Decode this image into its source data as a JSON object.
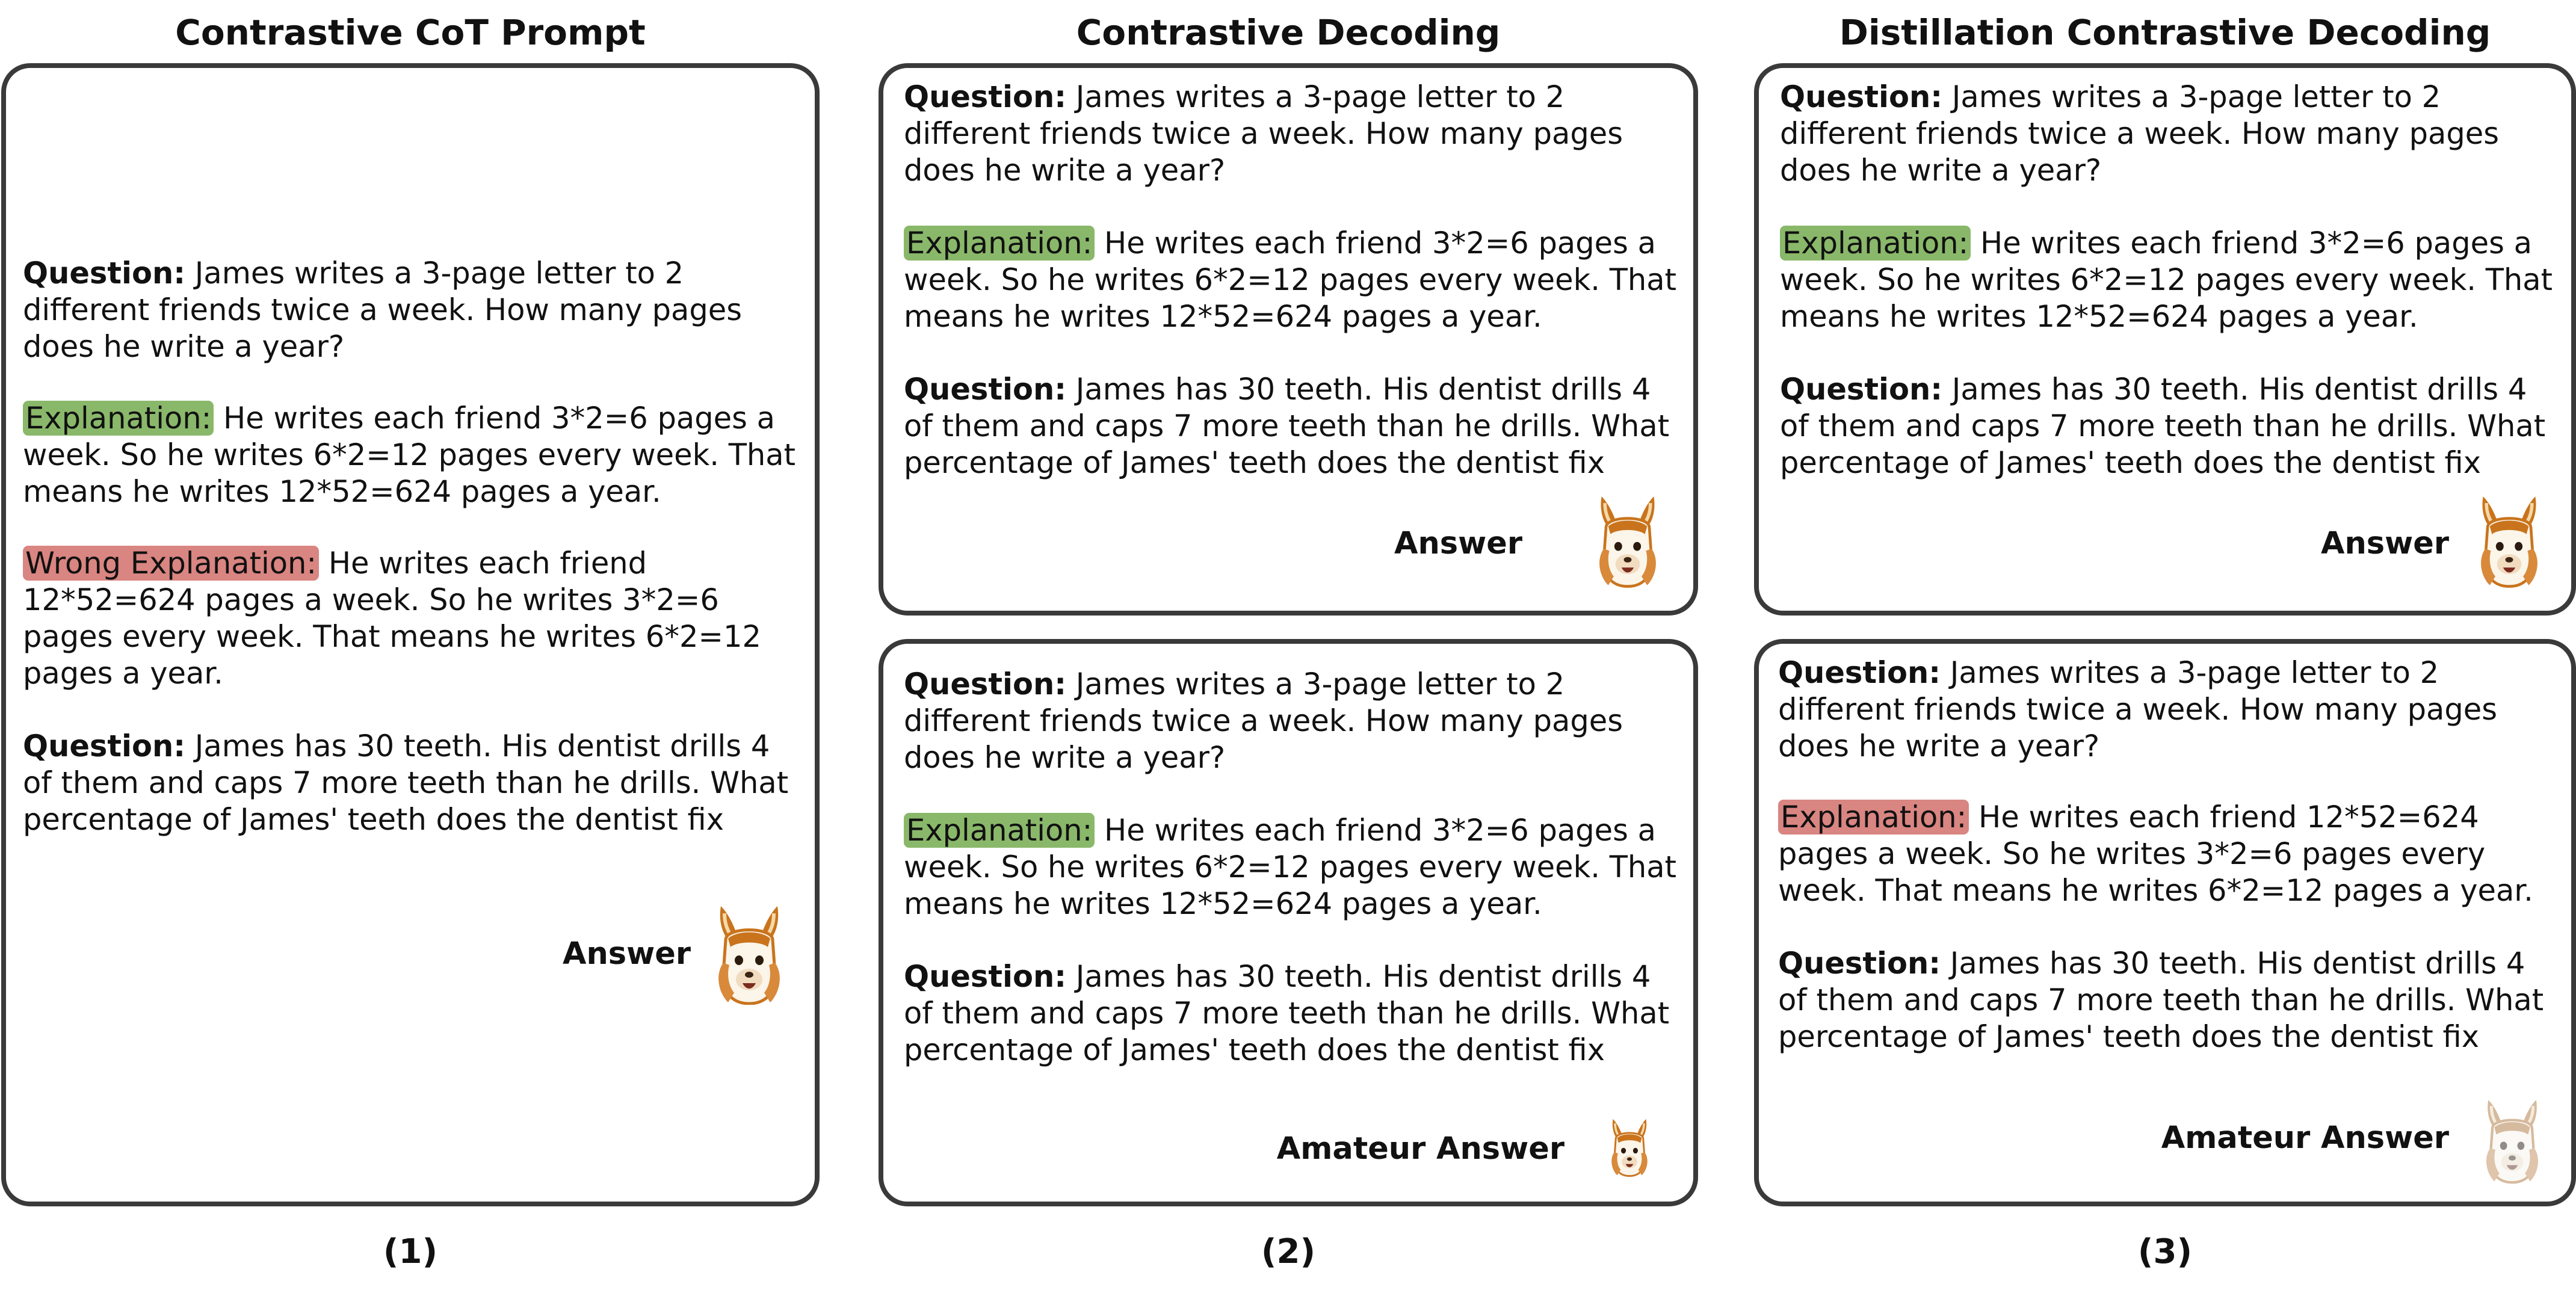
{
  "columns": [
    {
      "title": "Contrastive CoT Prompt",
      "panel_number": "(1)"
    },
    {
      "title": "Contrastive Decoding",
      "panel_number": "(2)"
    },
    {
      "title": "Distillation Contrastive Decoding",
      "panel_number": "(3)"
    }
  ],
  "labels": {
    "question": "Question:",
    "explanation": "Explanation:",
    "wrong_explanation": "Wrong Explanation:",
    "answer": "Answer",
    "amateur_answer": "Amateur Answer"
  },
  "texts": {
    "q1": "James writes a 3-page letter to 2 different friends twice a week. How many pages does he write a year?",
    "exp_correct": "He writes each friend 3*2=6 pages a week. So he writes 6*2=12 pages every week. That means he writes 12*52=624 pages a year.",
    "exp_wrong": "He writes each friend 12*52=624 pages a week. So he writes 3*2=6 pages every week. That means he writes 6*2=12 pages a year.",
    "q2": "James has 30 teeth. His dentist drills 4 of them and caps 7 more teeth than he drills. What percentage of James' teeth does the dentist fix"
  },
  "colors": {
    "correct_highlight": "#8ab86a",
    "wrong_highlight": "#d98581",
    "border": "#3a3a3a"
  },
  "icons": {
    "expert_model": "llama-icon",
    "amateur_model": "faded-llama-icon"
  }
}
